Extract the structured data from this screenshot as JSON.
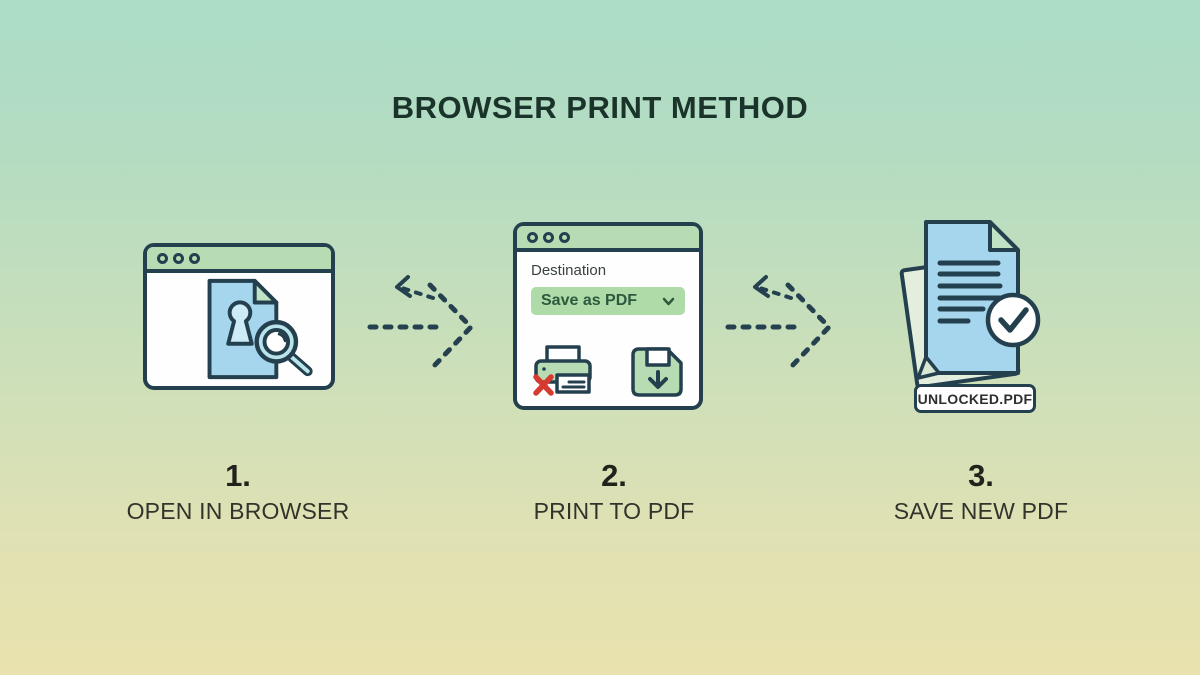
{
  "title": "BROWSER PRINT METHOD",
  "steps": [
    {
      "number": "1.",
      "label": "OPEN IN BROWSER"
    },
    {
      "number": "2.",
      "label": "PRINT TO PDF"
    },
    {
      "number": "3.",
      "label": "SAVE NEW PDF"
    }
  ],
  "print_dialog": {
    "destination_label": "Destination",
    "destination_value": "Save as PDF"
  },
  "result_file_label": "UNLOCKED.PDF",
  "colors": {
    "background_top": "#abddc7",
    "background_middle": "#cadfba",
    "background_bottom": "#e9e2ae",
    "outline_navy": "#24404f",
    "accent_green": "#b7dcb3",
    "dropdown_green": "#aedba8",
    "document_blue": "#a5d6ee",
    "fold_green": "#bfe3c4",
    "error_red": "#d63a31",
    "title_text": "#1b342b"
  }
}
